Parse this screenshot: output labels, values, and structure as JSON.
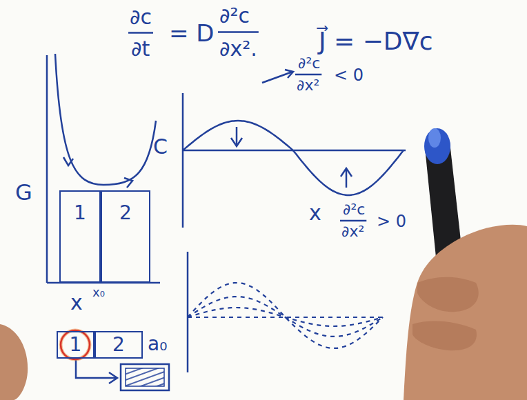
{
  "diagram": {
    "nodes": [
      {
        "text": [
          "1"
        ]
      },
      {
        "text": [
          "2"
        ]
      },
      {
        "text": [
          "1"
        ]
      },
      {
        "text": [
          "2"
        ]
      }
    ],
    "labels": [
      "∂c",
      "∂t",
      "= D",
      "∂²c",
      "∂x².",
      "J⃗ = −D∇c",
      "∂²c",
      "∂x²",
      "< 0",
      "C",
      "x",
      "∂²c",
      "∂x²",
      "> 0",
      "G",
      "x",
      "x₀",
      "a₀"
    ]
  }
}
